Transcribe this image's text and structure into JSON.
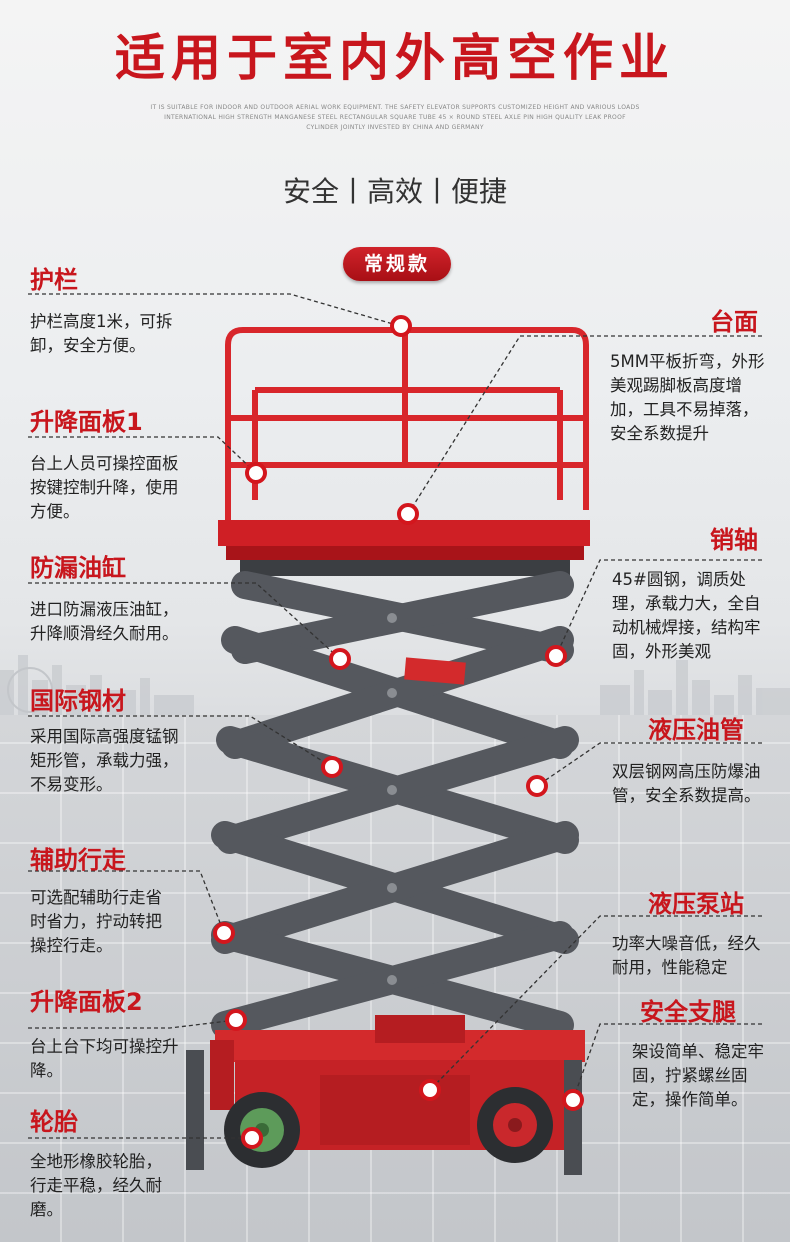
{
  "title": "适用于室内外高空作业",
  "subtitle": "IT IS SUITABLE FOR INDOOR AND OUTDOOR AERIAL WORK EQUIPMENT. THE SAFETY ELEVATOR SUPPORTS CUSTOMIZED HEIGHT AND VARIOUS LOADS INTERNATIONAL HIGH STRENGTH MANGANESE STEEL RECTANGULAR SQUARE TUBE 45 × ROUND STEEL AXLE PIN HIGH QUALITY LEAK PROOF CYLINDER JOINTLY INVESTED BY CHINA AND GERMANY",
  "tagline": "安全丨高效丨便捷",
  "badge": "常规款",
  "features_left": [
    {
      "label": "护栏",
      "desc": "护栏高度1米，可拆卸，安全方便。"
    },
    {
      "label": "升降面板1",
      "desc": "台上人员可操控面板按键控制升降，使用方便。"
    },
    {
      "label": "防漏油缸",
      "desc": "进口防漏液压油缸，升降顺滑经久耐用。"
    },
    {
      "label": "国际钢材",
      "desc": "采用国际高强度锰钢矩形管，承载力强，不易变形。"
    },
    {
      "label": "辅助行走",
      "desc": "可选配辅助行走省时省力，拧动转把操控行走。"
    },
    {
      "label": "升降面板2",
      "desc": "台上台下均可操控升降。"
    },
    {
      "label": "轮胎",
      "desc": "全地形橡胶轮胎，行走平稳，经久耐磨。"
    }
  ],
  "features_right": [
    {
      "label": "台面",
      "desc": "5MM平板折弯，外形美观踢脚板高度增加，工具不易掉落，安全系数提升"
    },
    {
      "label": "销轴",
      "desc": "45#圆钢，调质处理，承载力大，全自动机械焊接，结构牢固，外形美观"
    },
    {
      "label": "液压油管",
      "desc": "双层钢网高压防爆油管，安全系数提高。"
    },
    {
      "label": "液压泵站",
      "desc": "功率大噪音低，经久耐用，性能稳定"
    },
    {
      "label": "安全支腿",
      "desc": "架设简单、稳定牢固，拧紧螺丝固定，操作简单。"
    }
  ],
  "colors": {
    "accent": "#c8161d",
    "scissor": "#4a4d52",
    "body": "#d32a2c"
  }
}
